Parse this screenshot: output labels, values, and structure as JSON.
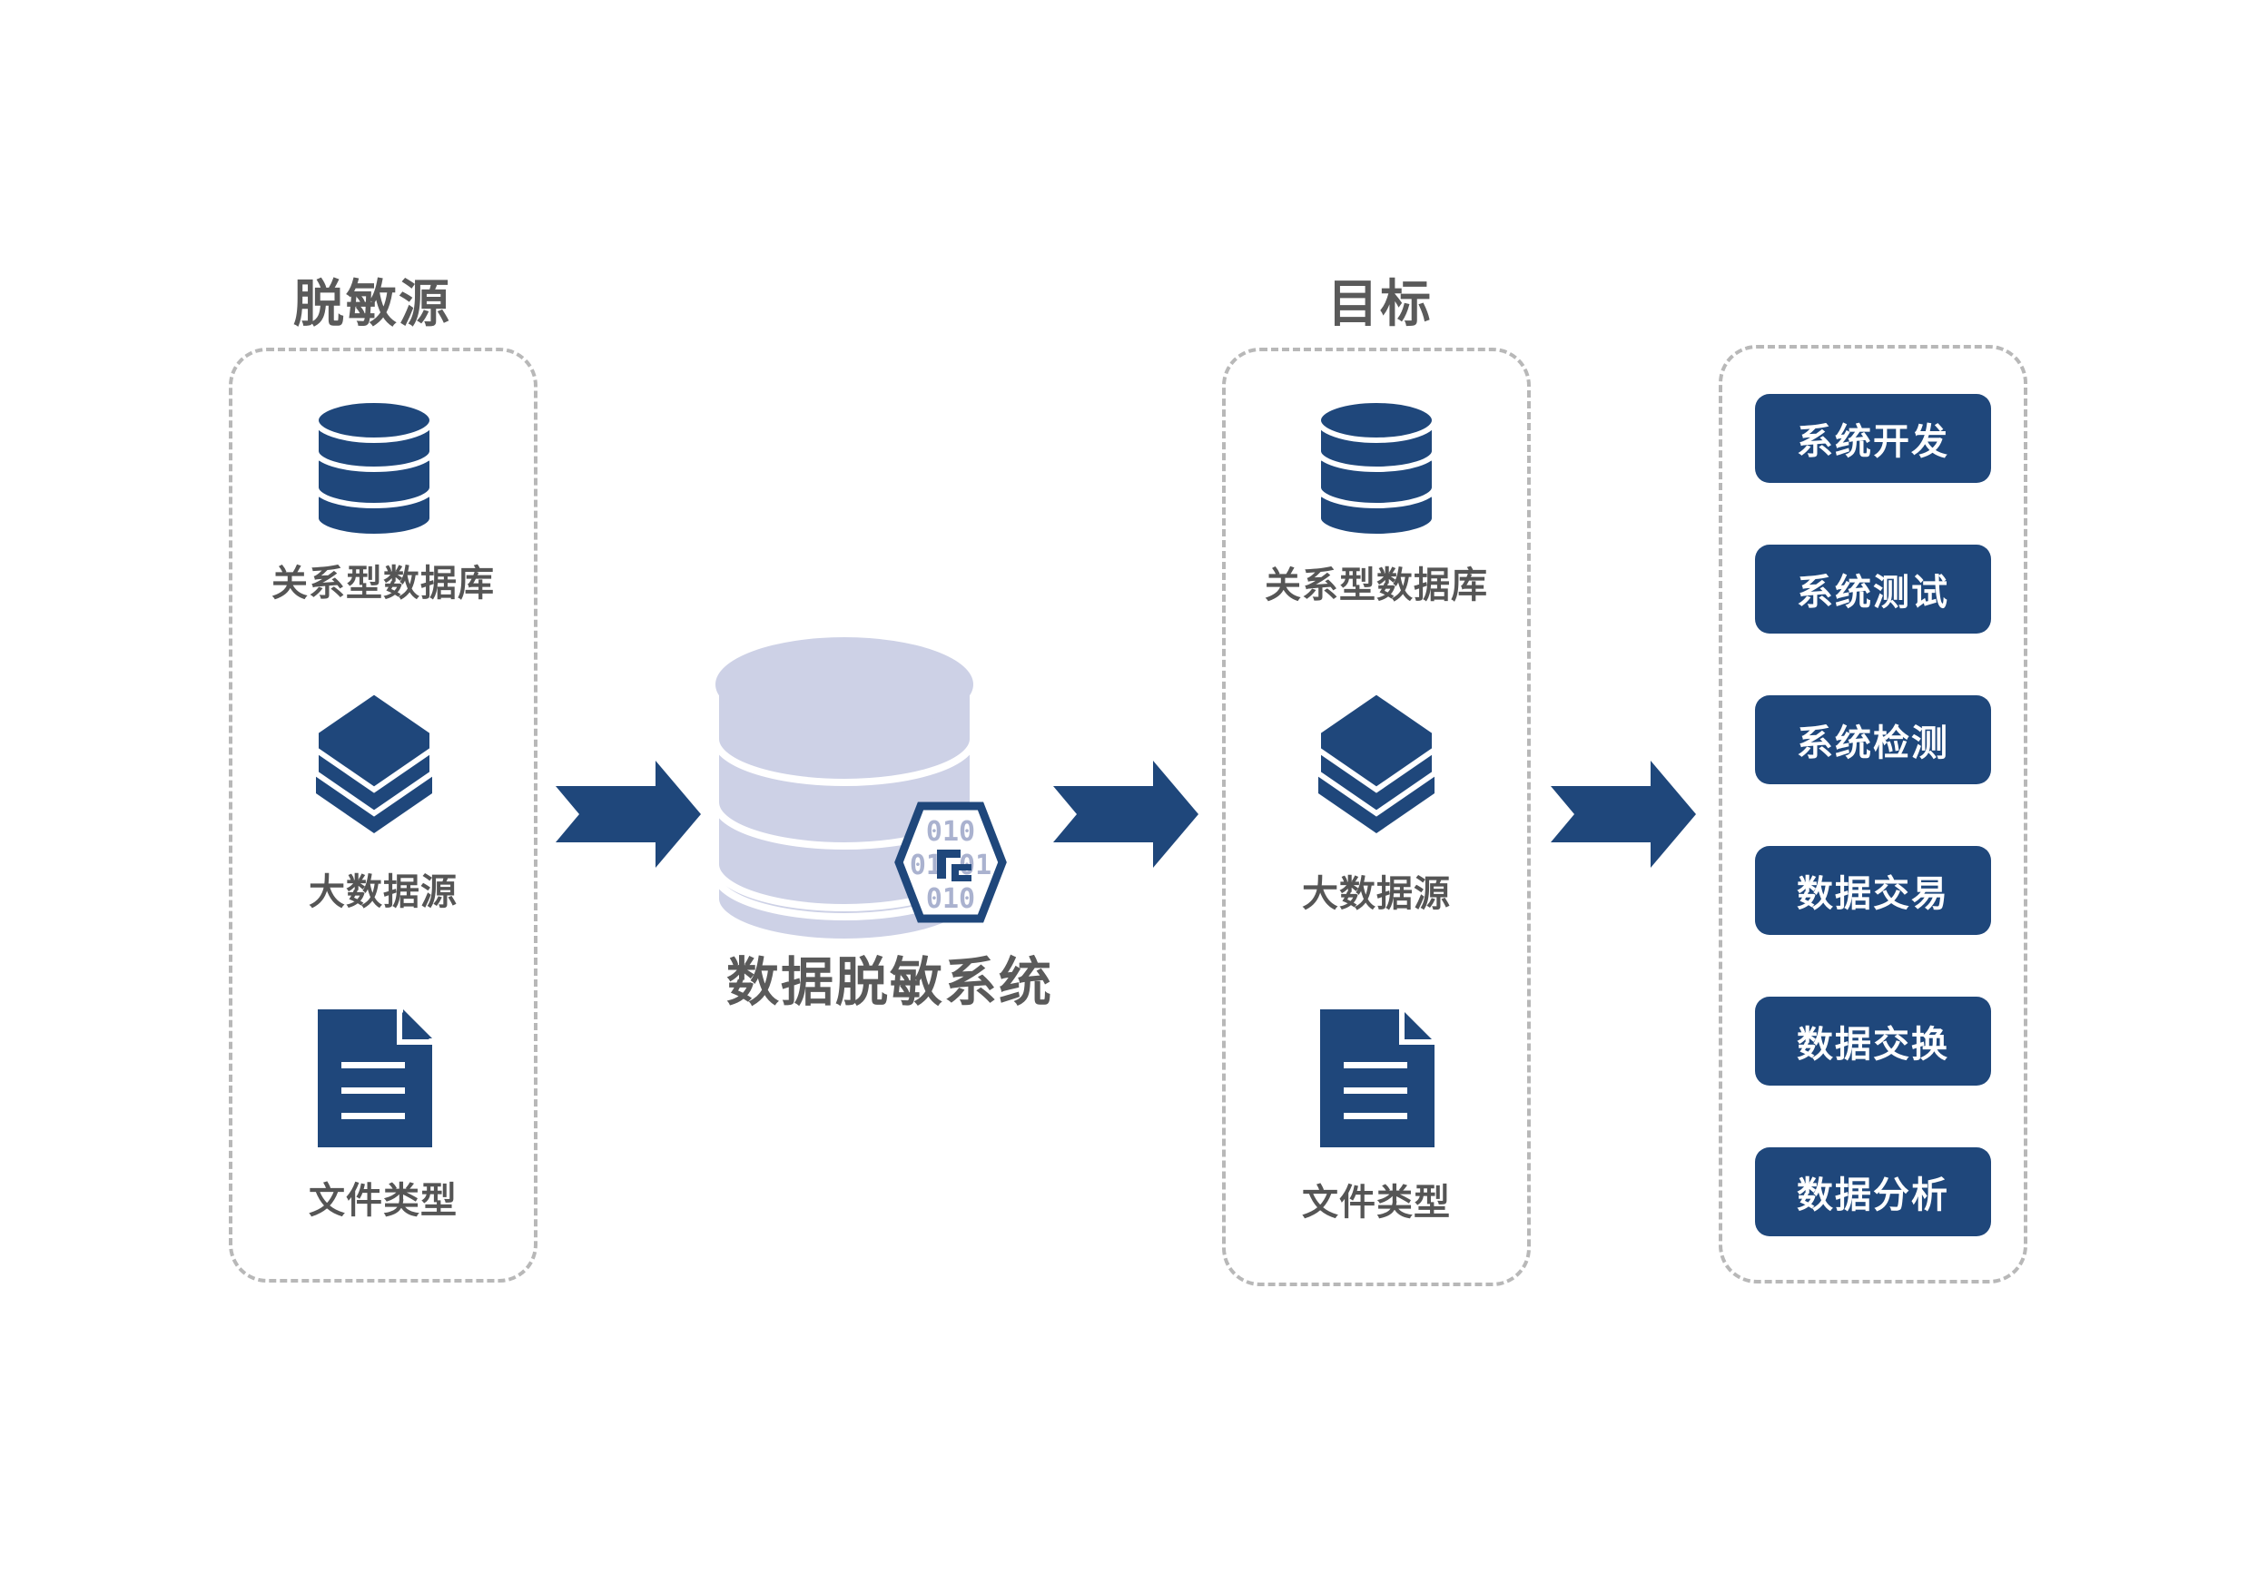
{
  "colors": {
    "brand": "#1f477b",
    "cylinder": "#cdd1e6",
    "text_gray": "#5a5a5a",
    "dash": "#b8b8b8"
  },
  "source": {
    "heading": "脱敏源",
    "items": [
      {
        "label": "关系型数据库",
        "icon": "database-icon"
      },
      {
        "label": "大数据源",
        "icon": "layers-icon"
      },
      {
        "label": "文件类型",
        "icon": "document-icon"
      }
    ]
  },
  "system": {
    "label": "数据脱敏系统",
    "badge_digits": [
      "010",
      "01  01",
      "010"
    ]
  },
  "target": {
    "heading": "目标",
    "items": [
      {
        "label": "关系型数据库",
        "icon": "database-icon"
      },
      {
        "label": "大数据源",
        "icon": "layers-icon"
      },
      {
        "label": "文件类型",
        "icon": "document-icon"
      }
    ]
  },
  "uses": {
    "items": [
      "系统开发",
      "系统测试",
      "系统检测",
      "数据交易",
      "数据交换",
      "数据分析"
    ]
  }
}
